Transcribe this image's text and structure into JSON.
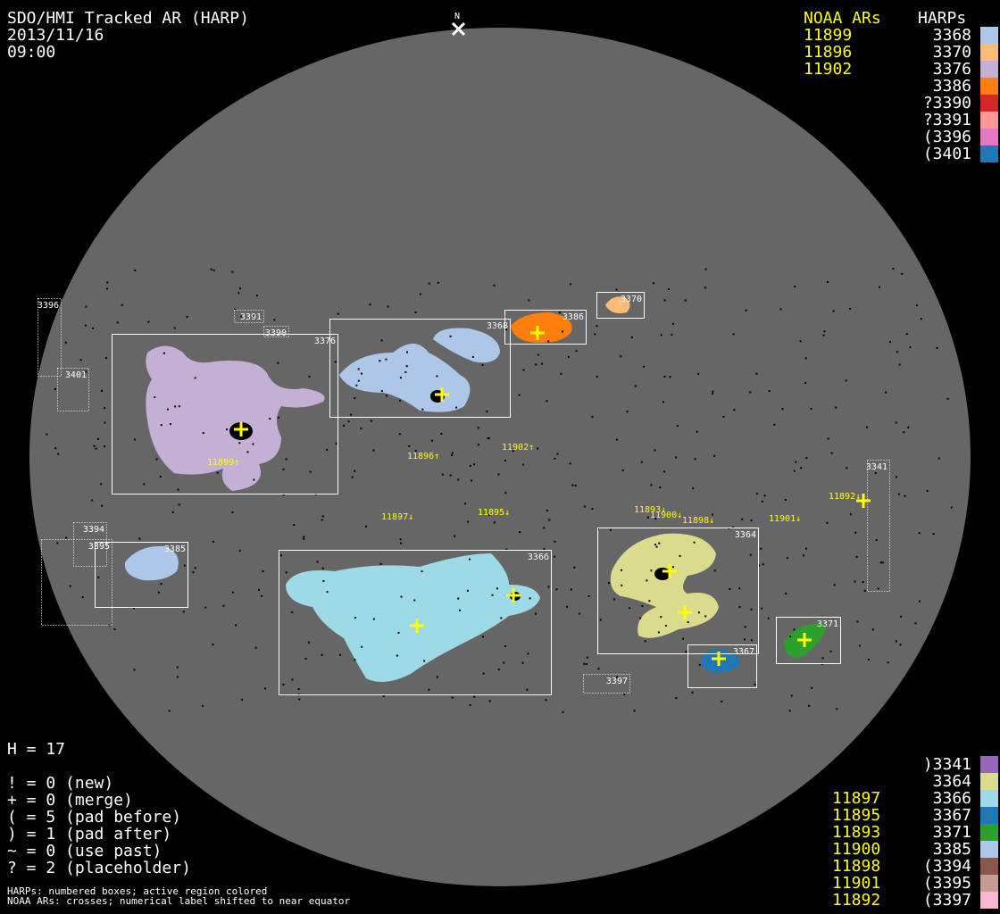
{
  "header": {
    "title": "SDO/HMI Tracked AR (HARP)",
    "date": "2013/11/16",
    "time": "09:00",
    "north_label": "N"
  },
  "top_legend": {
    "noaa_header": "NOAA ARs",
    "harp_header": "HARPs",
    "rows": [
      {
        "noaa": "11899",
        "harp": "3368",
        "color": "#aec7e8"
      },
      {
        "noaa": "11896",
        "harp": "3370",
        "color": "#ffbb78"
      },
      {
        "noaa": "11902",
        "harp": "3376",
        "color": "#c5b0d5"
      },
      {
        "noaa": "",
        "harp": "3386",
        "color": "#ff7f0e"
      },
      {
        "noaa": "",
        "harp": "?3390",
        "color": "#d62728"
      },
      {
        "noaa": "",
        "harp": "?3391",
        "color": "#ff9896"
      },
      {
        "noaa": "",
        "harp": "(3396",
        "color": "#e377c2"
      },
      {
        "noaa": "",
        "harp": "(3401",
        "color": "#1f77b4"
      }
    ]
  },
  "bottom_legend": {
    "rows": [
      {
        "noaa": "",
        "harp": ")3341",
        "color": "#9467bd"
      },
      {
        "noaa": "",
        "harp": "3364",
        "color": "#dbdb8d"
      },
      {
        "noaa": "11897",
        "harp": "3366",
        "color": "#9edae5"
      },
      {
        "noaa": "11895",
        "harp": "3367",
        "color": "#1f77b4"
      },
      {
        "noaa": "11893",
        "harp": "3371",
        "color": "#2ca02c"
      },
      {
        "noaa": "11900",
        "harp": "3385",
        "color": "#aec7e8"
      },
      {
        "noaa": "11898",
        "harp": "(3394",
        "color": "#8c564b"
      },
      {
        "noaa": "11901",
        "harp": "(3395",
        "color": "#c49c94"
      },
      {
        "noaa": "11892",
        "harp": "(3397",
        "color": "#f7b6d2"
      }
    ]
  },
  "stats": {
    "h": "H = 17",
    "lines": [
      "! = 0 (new)",
      "+ = 0 (merge)",
      "( = 5 (pad before)",
      ") = 1 (pad after)",
      "~ = 0 (use past)",
      "? = 2 (placeholder)"
    ]
  },
  "notes": [
    "HARPs: numbered boxes; active region colored",
    "NOAA ARs: crosses; numerical label shifted to near equator"
  ],
  "disk": {
    "harp_boxes": [
      {
        "id": "3376",
        "dotted": false
      },
      {
        "id": "3368",
        "dotted": false
      },
      {
        "id": "3386",
        "dotted": false
      },
      {
        "id": "3370",
        "dotted": false
      },
      {
        "id": "3391",
        "dotted": true
      },
      {
        "id": "3390",
        "dotted": true
      },
      {
        "id": "3396",
        "dotted": true
      },
      {
        "id": "3401",
        "dotted": true
      },
      {
        "id": "3341",
        "dotted": true
      },
      {
        "id": "3394",
        "dotted": true
      },
      {
        "id": "3395",
        "dotted": true
      },
      {
        "id": "3385",
        "dotted": false
      },
      {
        "id": "3366",
        "dotted": false
      },
      {
        "id": "3364",
        "dotted": false
      },
      {
        "id": "3367",
        "dotted": false
      },
      {
        "id": "3371",
        "dotted": false
      },
      {
        "id": "3397",
        "dotted": true
      }
    ],
    "noaa_labels": [
      "11899↑",
      "11896↑",
      "11902↑",
      "11897↓",
      "11895↓",
      "11893↓",
      "11900↓",
      "11898↓",
      "11901↓",
      "11892↓"
    ]
  }
}
